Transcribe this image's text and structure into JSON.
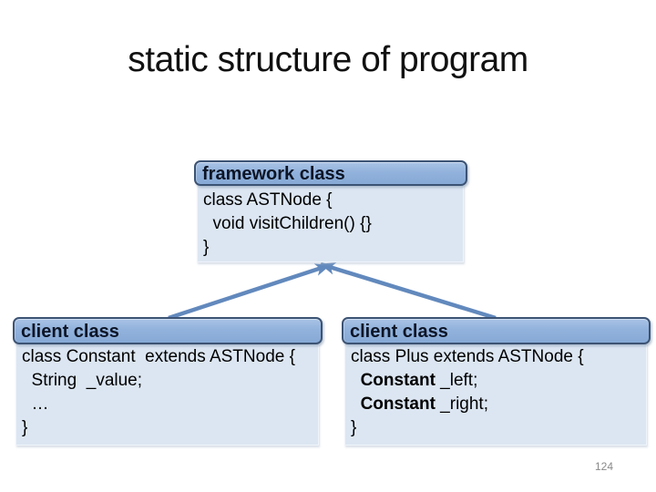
{
  "slide": {
    "title": "static structure of program",
    "page_number": "124"
  },
  "colors": {
    "header_fill": "#92b2dc",
    "header_border": "#3c5374",
    "body_fill": "#dce6f2",
    "arrow": "#6289bd",
    "title_color": "#111111",
    "page_number_color": "#898989"
  },
  "boxes": {
    "framework": {
      "header": "framework class",
      "lines": [
        [
          {
            "t": "class ASTNode {"
          }
        ],
        [
          {
            "t": "  void visitChildren() {}"
          }
        ],
        [
          {
            "t": "}"
          }
        ]
      ]
    },
    "client_left": {
      "header": "client class",
      "lines": [
        [
          {
            "t": "class Constant  extends ASTNode {"
          }
        ],
        [
          {
            "t": "  String  _value;"
          }
        ],
        [
          {
            "t": "  …"
          }
        ],
        [
          {
            "t": "}"
          }
        ]
      ]
    },
    "client_right": {
      "header": "client class",
      "lines": [
        [
          {
            "t": "class Plus extends ASTNode {"
          }
        ],
        [
          {
            "t": "  "
          },
          {
            "t": "Constant",
            "b": true
          },
          {
            "t": " _left;"
          }
        ],
        [
          {
            "t": "  "
          },
          {
            "t": "Constant",
            "b": true
          },
          {
            "t": " _right;"
          }
        ],
        [
          {
            "t": "}"
          }
        ]
      ]
    }
  }
}
